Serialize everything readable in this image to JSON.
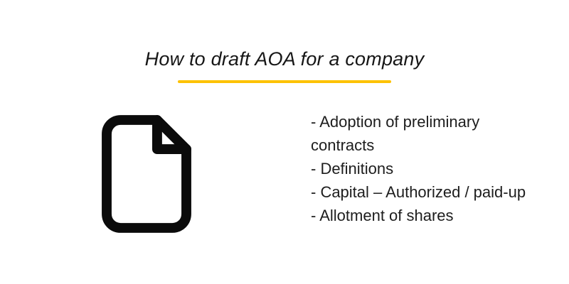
{
  "title": {
    "text": "How to draft AOA for a company"
  },
  "accent": {
    "underline_color": "#FDC204",
    "text_color": "#1d1d1d",
    "icon_color": "#0b0b0b"
  },
  "icon": {
    "name": "document-icon"
  },
  "list": {
    "items": [
      "- Adoption of preliminary contracts",
      "- Definitions",
      "- Capital – Authorized / paid-up",
      "- Allotment of shares"
    ]
  }
}
